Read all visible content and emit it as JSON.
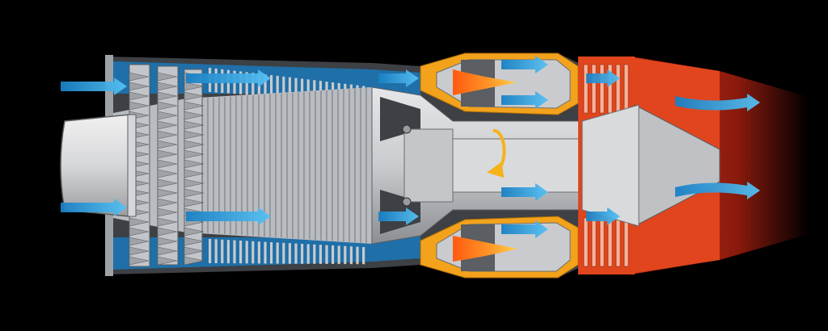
{
  "diagram": {
    "subject": "turbojet-engine-cutaway",
    "background_color": "#000000",
    "colors": {
      "cold_section": "#b9bcc0",
      "cold_section_dark": "#5b5e62",
      "compressor_blue": "#1f6fa8",
      "combustor_orange": "#f3a21c",
      "hot_section_red": "#e0451d",
      "exhaust_red": "#c7321a",
      "airflow_arrow": "#3aa9e6",
      "flame": "#ff8a1a",
      "rotation_arrow": "#f6b21a"
    },
    "sections": [
      {
        "name": "intake",
        "icon": "nose-cone"
      },
      {
        "name": "compressor",
        "icon": "compressor-stages"
      },
      {
        "name": "combustion-chamber",
        "icon": "flame"
      },
      {
        "name": "turbine",
        "icon": "turbine-stages"
      },
      {
        "name": "exhaust-nozzle",
        "icon": "exhaust-cone"
      }
    ],
    "airflow": {
      "intake_arrows": 2,
      "compressor_arrows": 2,
      "combustor_arrows": 4,
      "turbine_arrows": 2,
      "exhaust_arrows": 2
    }
  }
}
